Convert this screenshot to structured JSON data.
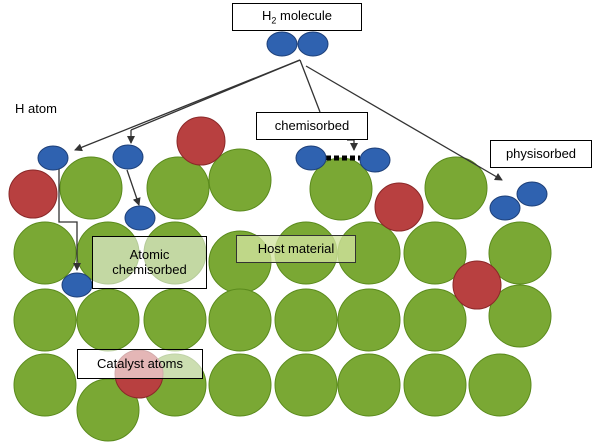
{
  "labels": {
    "h2_molecule": {
      "prefix": "H",
      "subscript": "2",
      "suffix": " molecule"
    },
    "h_atom": "H atom",
    "chemisorbed": "chemisorbed",
    "physisorbed": "physisorbed",
    "atomic_chemisorbed": [
      "Atomic",
      "chemisorbed"
    ],
    "host_material": "Host material",
    "catalyst_atoms": "Catalyst atoms"
  },
  "colors": {
    "host_atom": "#7aa834",
    "host_atom_edge": "#5a8a1c",
    "hydrogen_atom": "#2f62b0",
    "hydrogen_atom_edge": "#1d3f78",
    "catalyst_atom": "#b84040",
    "catalyst_atom_edge": "#8a2828",
    "line": "#333333"
  },
  "legend": [
    {
      "icon": "host-atom",
      "meaning": "Host material"
    },
    {
      "icon": "catalyst-atom",
      "meaning": "Catalyst atoms"
    },
    {
      "icon": "hydrogen-atom",
      "meaning": "H atom"
    }
  ]
}
